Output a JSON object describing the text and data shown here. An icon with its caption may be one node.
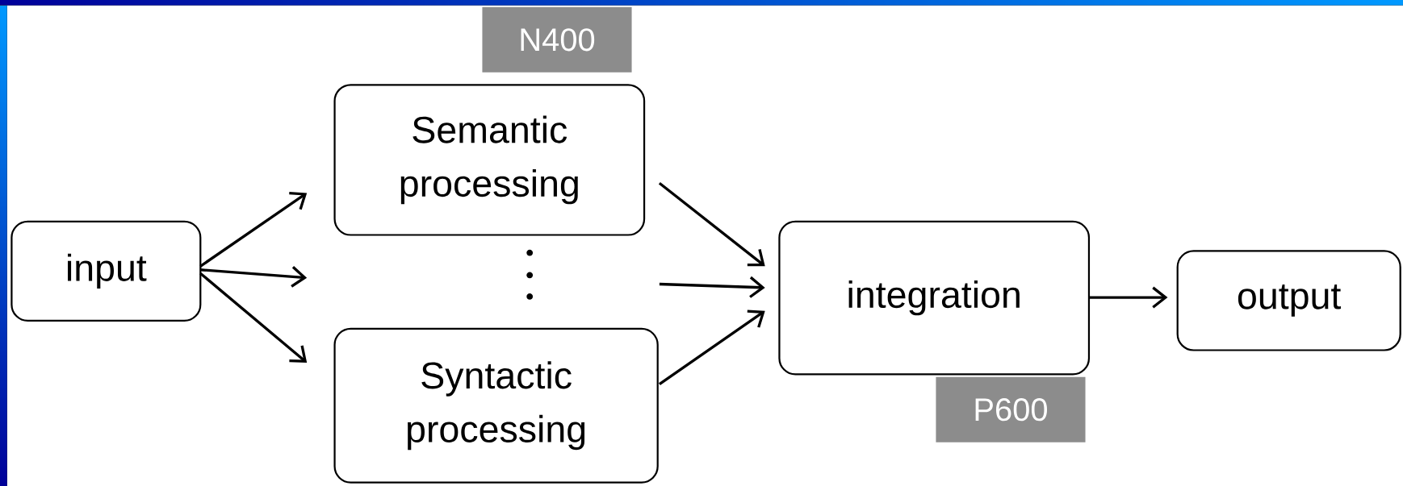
{
  "diagram": {
    "nodes": [
      {
        "text": [
          "input"
        ]
      },
      {
        "text": [
          "N400"
        ]
      },
      {
        "text": [
          "Semantic processing"
        ]
      },
      {
        "text": [
          "Syntactic processing"
        ]
      },
      {
        "text": [
          "integration"
        ]
      },
      {
        "text": [
          "P600"
        ]
      },
      {
        "text": [
          "output"
        ]
      }
    ],
    "edges": [
      {
        "from": 0,
        "to": 2,
        "arrow": "to"
      },
      {
        "from": 0,
        "to": null,
        "arrow": "to"
      },
      {
        "from": 0,
        "to": 3,
        "arrow": "to"
      },
      {
        "from": 2,
        "to": 4,
        "arrow": "to"
      },
      {
        "from": null,
        "to": 4,
        "arrow": "to"
      },
      {
        "from": 3,
        "to": 4,
        "arrow": "to"
      },
      {
        "from": 4,
        "to": 6,
        "arrow": "to"
      }
    ]
  }
}
